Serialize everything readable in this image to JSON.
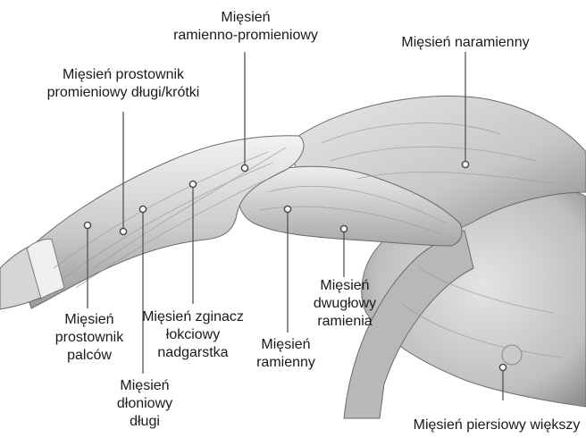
{
  "labels": {
    "brachioradialis": "Mięsień\nramienno-promieniowy",
    "deltoid": "Mięsień naramienny",
    "ext_carpi_radialis": "Mięsień prostownik\npromieniowy długi/krótki",
    "ext_digitorum": "Mięsień\nprostownik\npalców",
    "flexor_carpi_ulnaris": "Mięsień zginacz\nłokciowy\nnadgarstka",
    "palmaris_longus": "Mięsień\ndłoniowy długi",
    "brachialis": "Mięsień\nramienny",
    "biceps": "Mięsień\ndwugłowy\nramienia",
    "pectoralis_major": "Mięsień piersiowy większy"
  },
  "colors": {
    "muscle_light": "#e9e9e9",
    "muscle_mid": "#bdbdbd",
    "muscle_dark": "#7a7a7a",
    "leader_line": "#555555",
    "marker_fill": "#ffffff",
    "marker_stroke": "#444444"
  }
}
